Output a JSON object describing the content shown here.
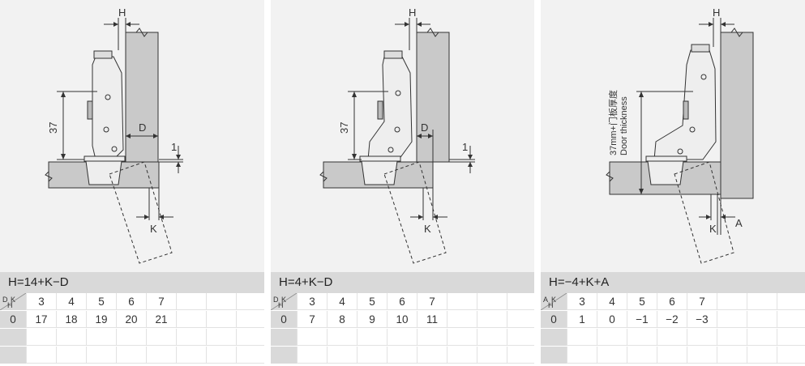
{
  "panels": [
    {
      "formula": "H=14+K−D",
      "labels": {
        "h": "H",
        "d": "D",
        "k": "K",
        "dim37": "37",
        "one": "1"
      },
      "table": {
        "corner": {
          "top_left": "D",
          "top_right": "K",
          "bottom_left": "H"
        },
        "k_values": [
          "3",
          "4",
          "5",
          "6",
          "7"
        ],
        "rows": [
          {
            "h": "0",
            "values": [
              "17",
              "18",
              "19",
              "20",
              "21"
            ]
          }
        ]
      }
    },
    {
      "formula": "H=4+K−D",
      "labels": {
        "h": "H",
        "d": "D",
        "k": "K",
        "dim37": "37",
        "one": "1"
      },
      "table": {
        "corner": {
          "top_left": "D",
          "top_right": "K",
          "bottom_left": "H"
        },
        "k_values": [
          "3",
          "4",
          "5",
          "6",
          "7"
        ],
        "rows": [
          {
            "h": "0",
            "values": [
              "7",
              "8",
              "9",
              "10",
              "11"
            ]
          }
        ]
      }
    },
    {
      "formula": "H=−4+K+A",
      "labels": {
        "h": "H",
        "a": "A",
        "k": "K",
        "thickness_cn": "37mm+门板厚度",
        "thickness_en": "Door thickness"
      },
      "table": {
        "corner": {
          "top_left": "A",
          "top_right": "K",
          "bottom_left": "H"
        },
        "k_values": [
          "3",
          "4",
          "5",
          "6",
          "7"
        ],
        "rows": [
          {
            "h": "0",
            "values": [
              "1",
              "0",
              "−1",
              "−2",
              "−3"
            ]
          }
        ]
      }
    }
  ]
}
